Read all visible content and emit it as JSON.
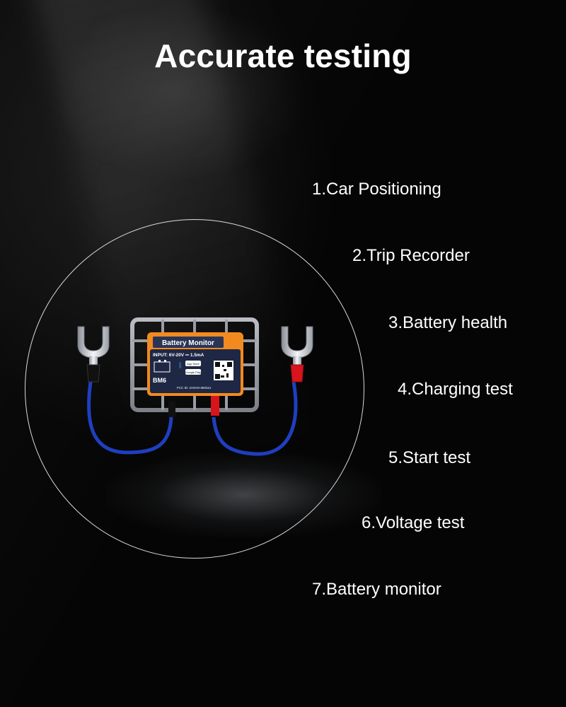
{
  "title": "Accurate testing",
  "features": [
    "1.Car Positioning",
    "2.Trip Recorder",
    "3.Battery health",
    "4.Charging test",
    "5.Start test",
    "6.Voltage test",
    "7.Battery monitor"
  ],
  "device": {
    "label": "Battery Monitor",
    "input_spec": "INPUT: 6V-20V ⎓ 1.5mA",
    "model": "BM6",
    "app_store": "App Store",
    "google_play": "Google Play",
    "fcc": "FCC ID: 2AGHA-BM114"
  },
  "colors": {
    "background": "#050505",
    "text": "#ffffff",
    "device_orange": "#f28a1f",
    "device_label_bg": "#2a3556",
    "wire_blue": "#1f3fbf",
    "clip_red": "#d8141c"
  }
}
